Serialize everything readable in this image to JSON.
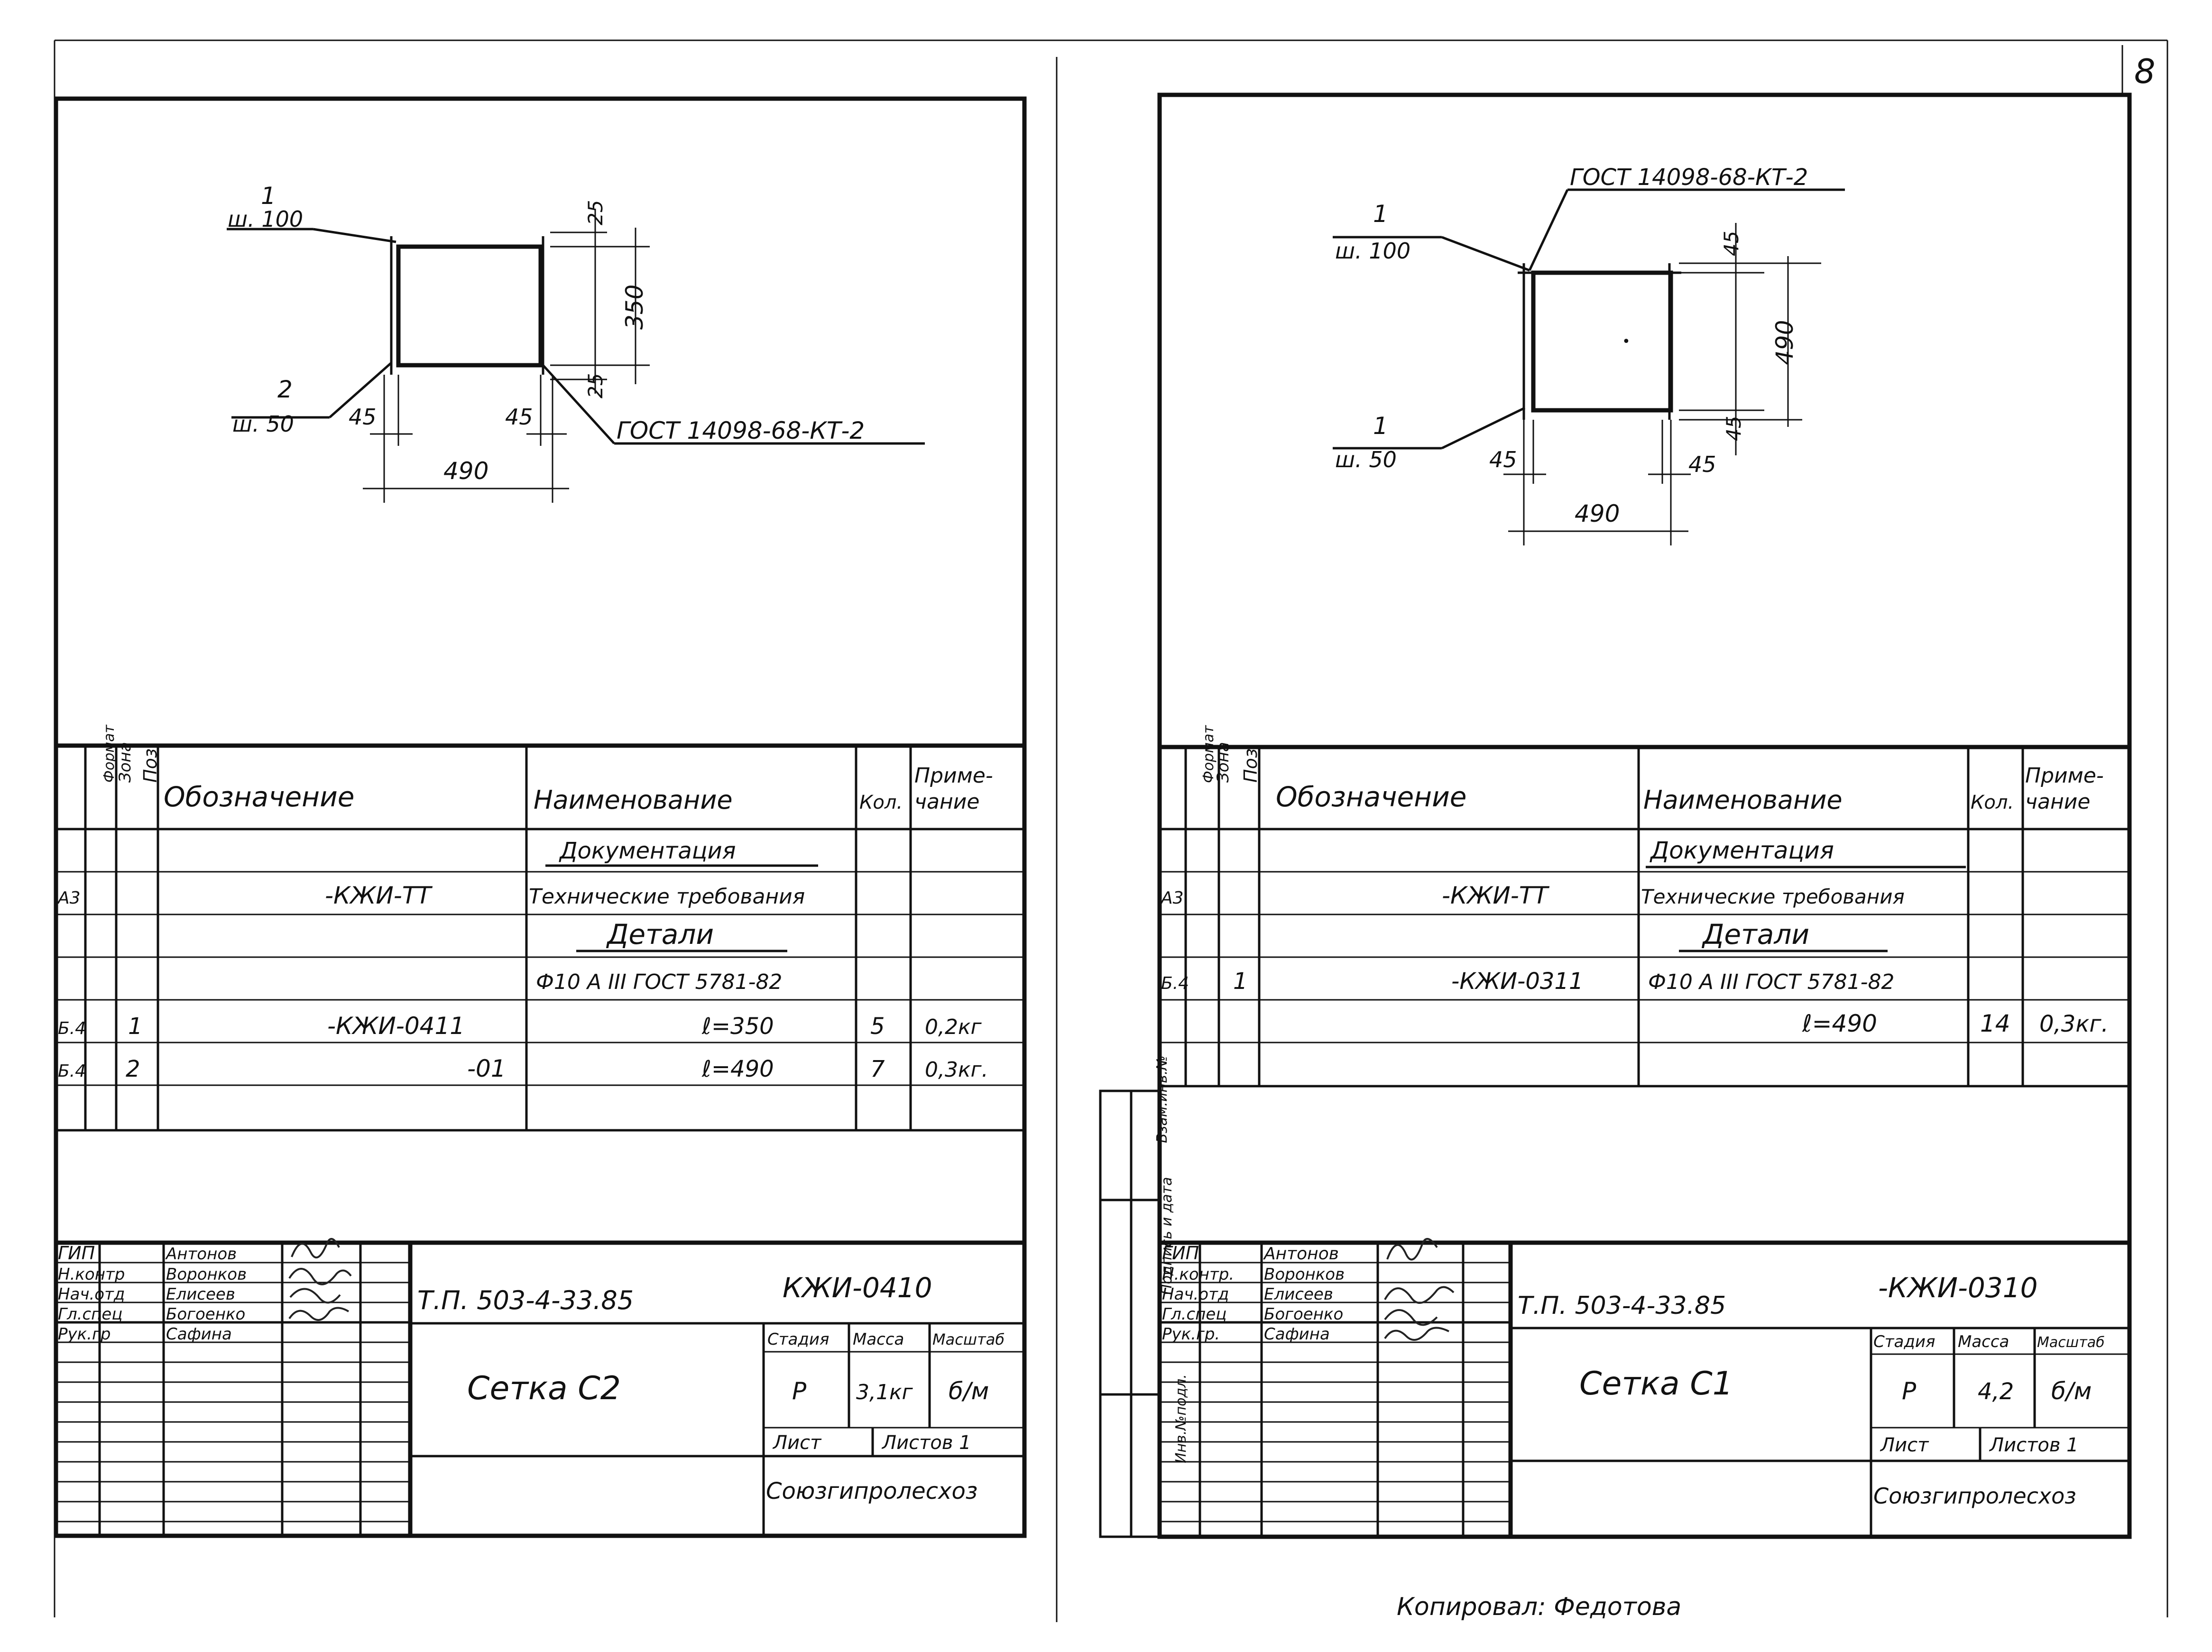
{
  "corner_mark": "8",
  "copied_by": "Копировал: Федотова",
  "colors": {
    "ink": "#111111",
    "paper": "#ffffff"
  },
  "left": {
    "drawing": {
      "leader1_num": "1",
      "leader1_step": "ш. 100",
      "leader2_num": "2",
      "leader2_step": "ш. 50",
      "gost": "ГОСТ 14098-68-КТ-2",
      "dim_top": "25",
      "dim_height": "350",
      "dim_bottom": "25",
      "dim_left": "45",
      "dim_right": "45",
      "dim_width": "490"
    },
    "spec_header": [
      "Формат",
      "Зона",
      "Поз.",
      "Обозначение",
      "Наименование",
      "Кол.",
      "Приме-",
      "чание"
    ],
    "spec_rows": [
      [
        "",
        "",
        "",
        "",
        "Документация",
        "",
        ""
      ],
      [
        "А3",
        "",
        "",
        "-КЖИ-ТТ",
        "Технические требования",
        "",
        ""
      ],
      [
        "",
        "",
        "",
        "",
        "Детали",
        "",
        ""
      ],
      [
        "",
        "",
        "",
        "",
        "Ф10 А III ГОСТ 5781-82",
        "",
        ""
      ],
      [
        "Б.4",
        "",
        "1",
        "-КЖИ-0411",
        "ℓ=350",
        "5",
        "0,2кг"
      ],
      [
        "Б.4",
        "",
        "2",
        "-01",
        "ℓ=490",
        "7",
        "0,3кг."
      ],
      [
        "",
        "",
        "",
        "",
        "",
        "",
        ""
      ]
    ],
    "stamp": {
      "roles": [
        "ГИП",
        "Н.контр",
        "Нач.отд",
        "Гл.спец",
        "Рук.гр"
      ],
      "names": [
        "Антонов",
        "Воронков",
        "Елисеев",
        "Богоенко",
        "Сафина"
      ],
      "project": "Т.П. 503-4-33.85",
      "code": "КЖИ-0410",
      "title": "Сетка С2",
      "stage_label": "Стадия",
      "mass_label": "Масса",
      "scale_label": "Масштаб",
      "stage": "Р",
      "mass": "3,1кг",
      "scale": "б/м",
      "sheet_label": "Лист",
      "sheets_label": "Листов 1",
      "org": "Союзгипролесхоз"
    }
  },
  "right": {
    "drawing": {
      "leader1_num": "1",
      "leader1_step": "ш. 100",
      "leader2_num": "1",
      "leader2_step": "ш. 50",
      "gost": "ГОСТ 14098-68-КТ-2",
      "dim_top": "45",
      "dim_height": "490",
      "dim_bottom": "45",
      "dim_left": "45",
      "dim_right": "45",
      "dim_width": "490"
    },
    "side_labels": [
      "Взам.инв.№",
      "Подпись и дата",
      "Инв.№подл."
    ],
    "spec_header": [
      "Формат",
      "Зона",
      "Поз.",
      "Обозначение",
      "Наименование",
      "Кол.",
      "Приме-",
      "чание"
    ],
    "spec_rows": [
      [
        "",
        "",
        "",
        "",
        "Документация",
        "",
        ""
      ],
      [
        "А3",
        "",
        "",
        "-КЖИ-ТТ",
        "Технические требования",
        "",
        ""
      ],
      [
        "",
        "",
        "",
        "",
        "Детали",
        "",
        ""
      ],
      [
        "Б.4",
        "",
        "1",
        "-КЖИ-0311",
        "Ф10 А III ГОСТ 5781-82",
        "",
        ""
      ],
      [
        "",
        "",
        "",
        "",
        "ℓ=490",
        "14",
        "0,3кг."
      ],
      [
        "",
        "",
        "",
        "",
        "",
        "",
        ""
      ]
    ],
    "stamp": {
      "roles": [
        "ГИП",
        "Н.контр.",
        "Нач.отд",
        "Гл.спец",
        "Рук.гр."
      ],
      "names": [
        "Антонов",
        "Воронков",
        "Елисеев",
        "Богоенко",
        "Сафина"
      ],
      "project": "Т.П. 503-4-33.85",
      "code": "-КЖИ-0310",
      "title": "Сетка С1",
      "stage_label": "Стадия",
      "mass_label": "Масса",
      "scale_label": "Масштаб",
      "stage": "Р",
      "mass": "4,2",
      "scale": "б/м",
      "sheet_label": "Лист",
      "sheets_label": "Листов 1",
      "org": "Союзгипролесхоз"
    }
  }
}
